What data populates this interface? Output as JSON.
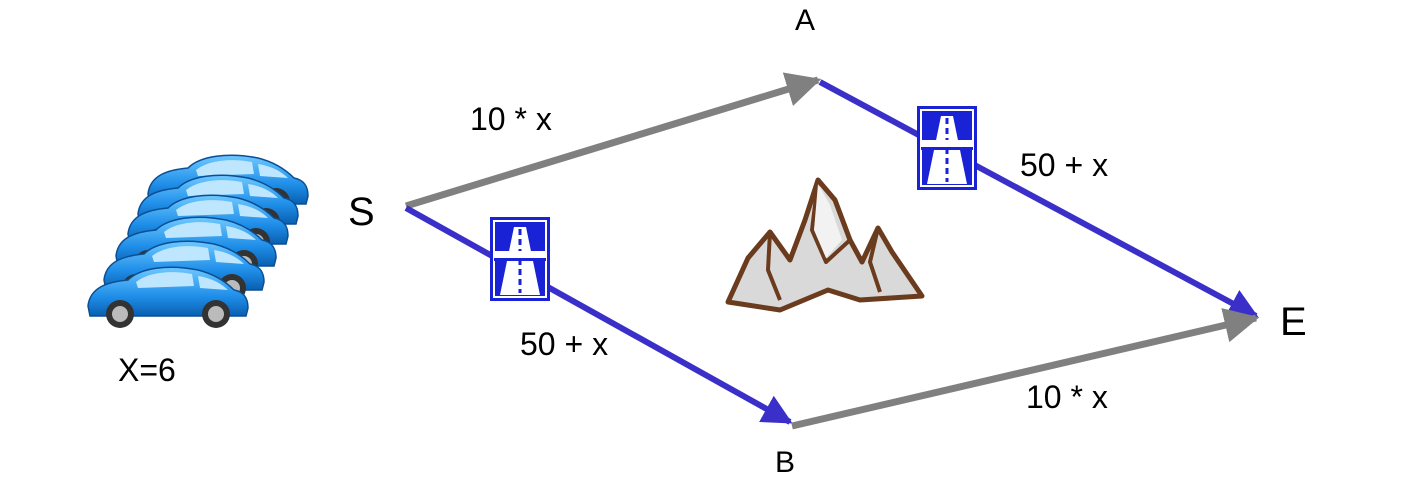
{
  "nodes": {
    "S": "S",
    "A": "A",
    "B": "B",
    "E": "E"
  },
  "edges": {
    "s_a": {
      "label": "10 * x",
      "kind": "normal road"
    },
    "a_e": {
      "label": "50 + x",
      "kind": "highway"
    },
    "s_b": {
      "label": "50 + x",
      "kind": "highway"
    },
    "b_e": {
      "label": "10 * x",
      "kind": "normal road"
    }
  },
  "cars": {
    "count_label": "X=6"
  },
  "icons": {
    "highway": "highway-sign-icon",
    "mountain": "mountain-icon",
    "car": "car-icon"
  },
  "colors": {
    "normal_road": "#808080",
    "highway": "#3a2fc8",
    "sign_blue": "#1a22d6"
  }
}
